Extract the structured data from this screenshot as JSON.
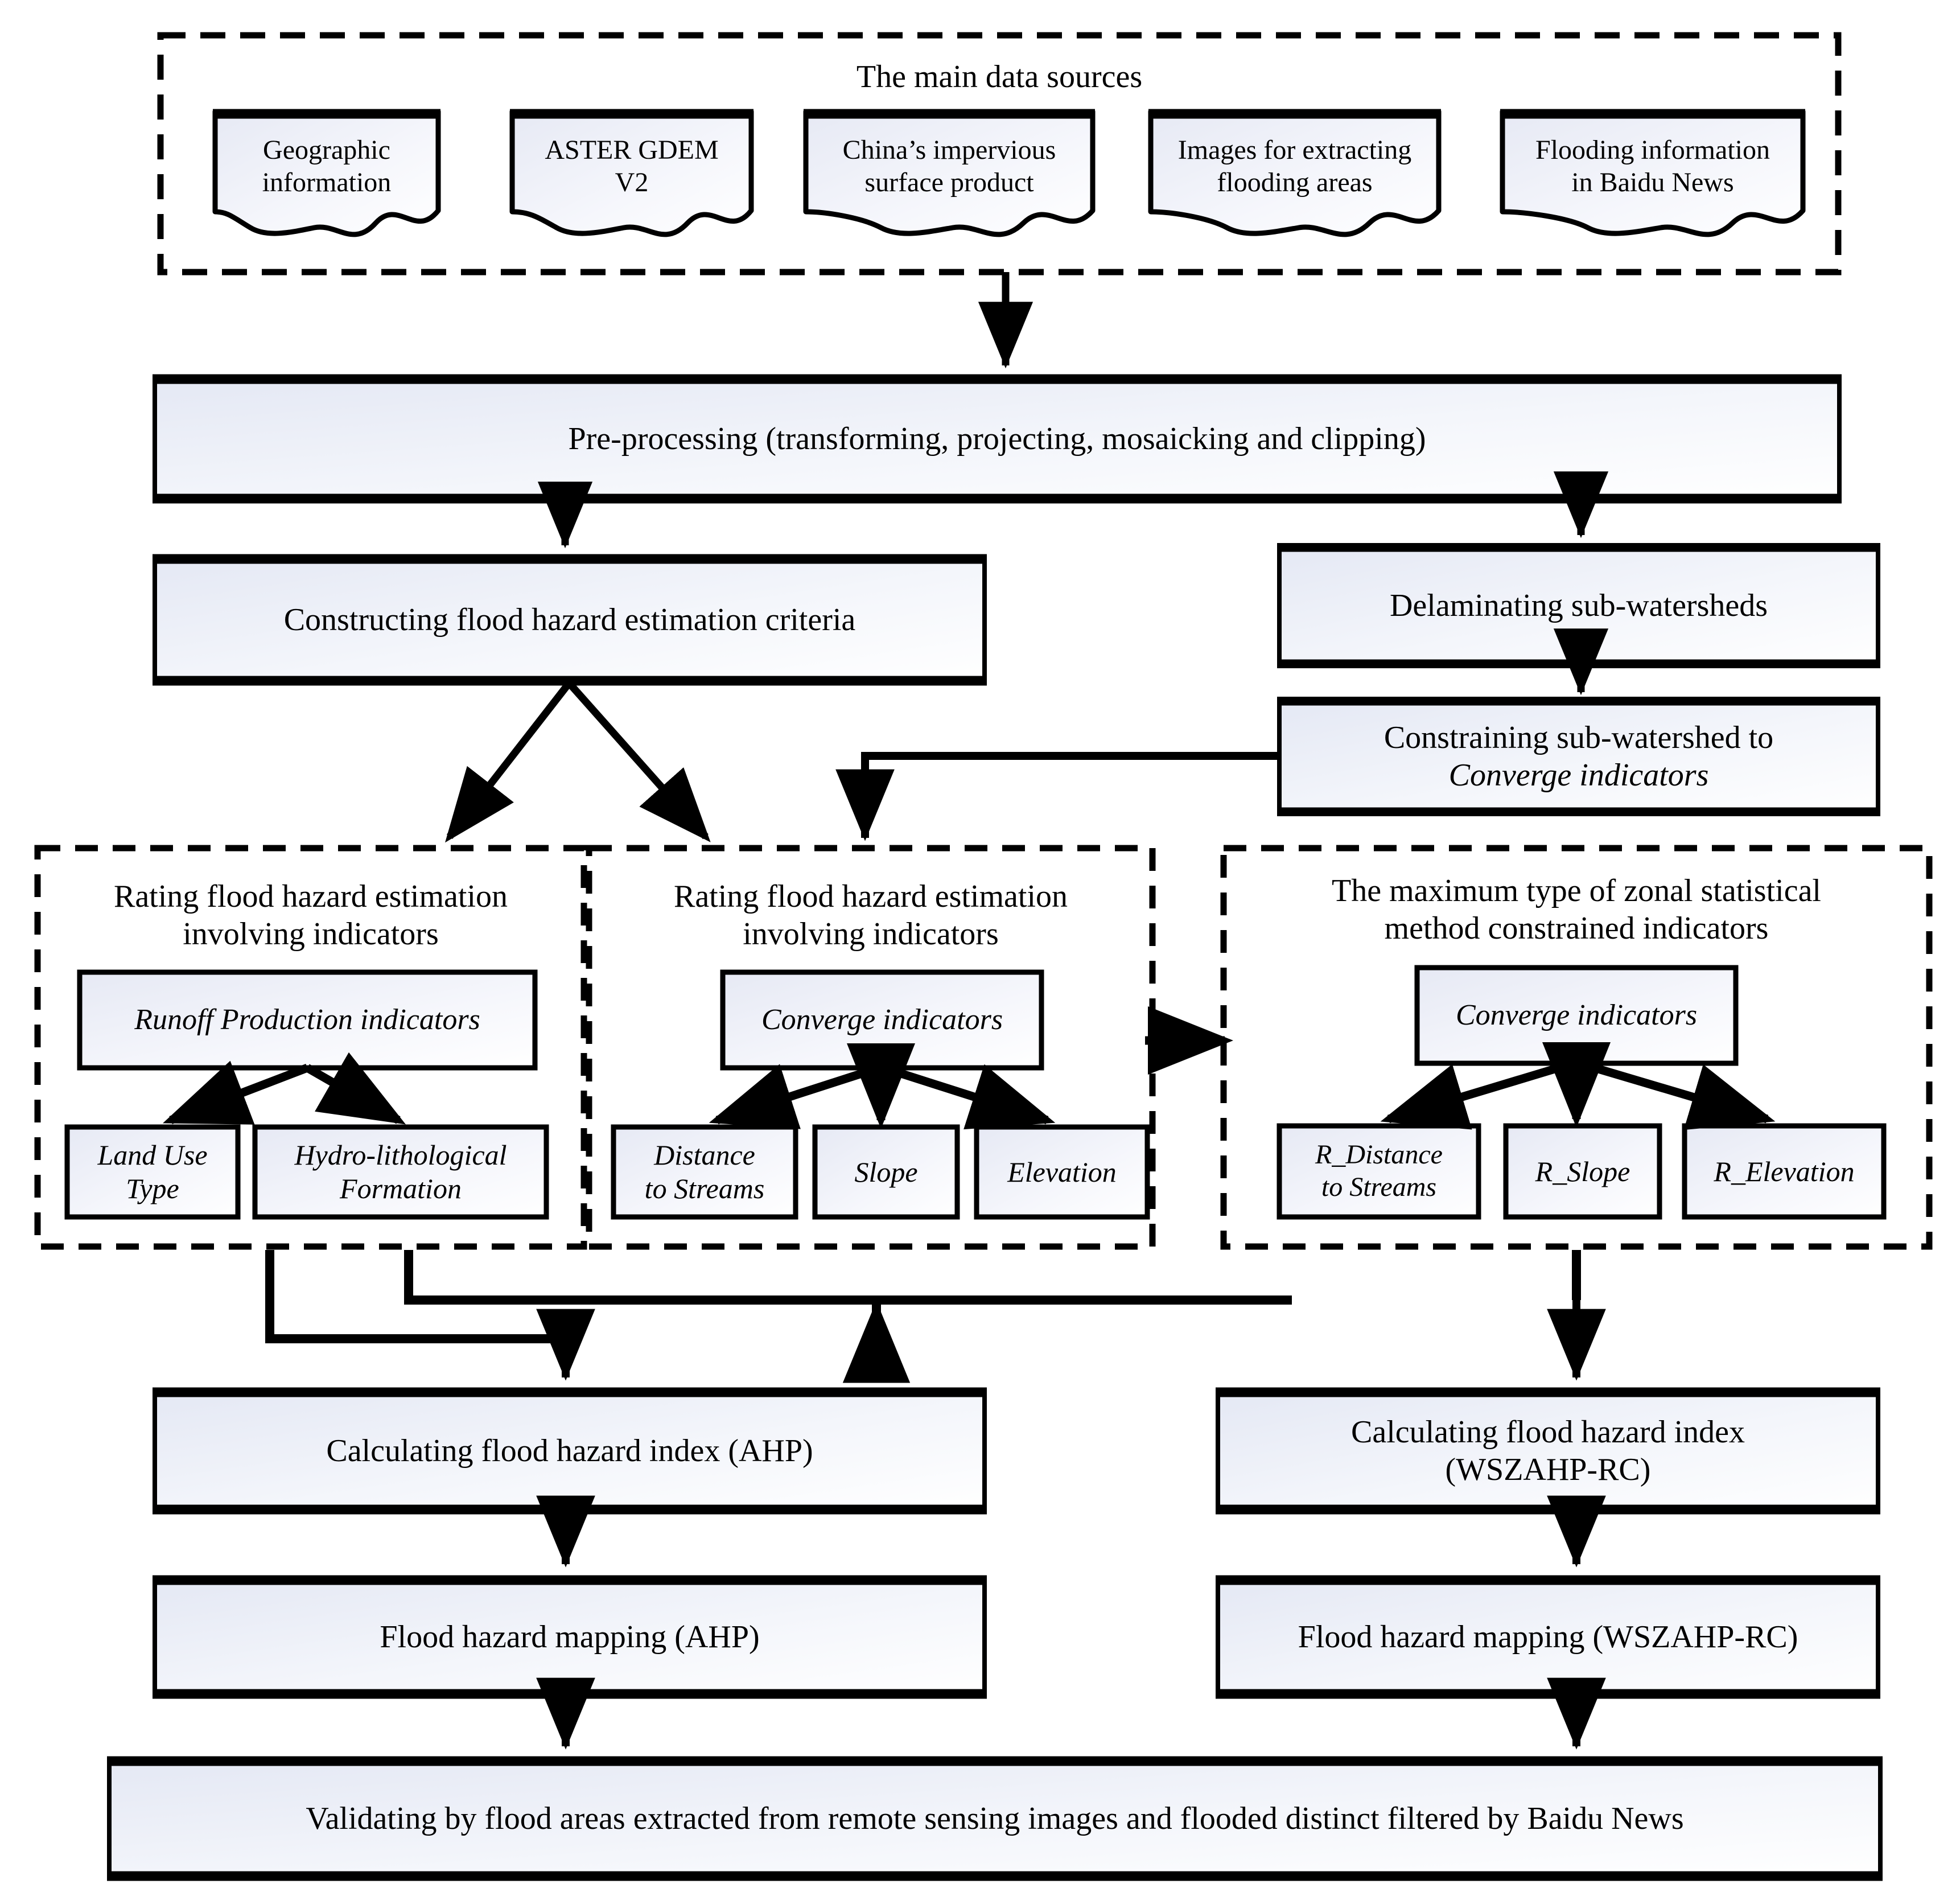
{
  "diagram": {
    "title": "Flood hazard assessment workflow",
    "colors": {
      "box_fill_start": "#e6eaf5",
      "box_fill_end": "#ffffff",
      "stroke": "#000000",
      "background": "#ffffff"
    }
  },
  "data_sources_group": {
    "title": "The main data sources",
    "items": [
      {
        "label": "Geographic\ninformation",
        "line1": "Geographic",
        "line2": "information"
      },
      {
        "label": "ASTER GDEM\nV2",
        "line1": "ASTER GDEM",
        "line2": "V2"
      },
      {
        "label": "China’s impervious\nsurface product",
        "line1": "China’s impervious",
        "line2": "surface product"
      },
      {
        "label": "Images for extracting\nflooding areas",
        "line1": "Images for extracting",
        "line2": "flooding areas"
      },
      {
        "label": "Flooding information\nin Baidu News",
        "line1": "Flooding information",
        "line2": "in Baidu News"
      }
    ]
  },
  "process": {
    "preprocessing": "Pre-processing (transforming, projecting, mosaicking and clipping)",
    "constructing_criteria": "Constructing flood hazard estimation criteria",
    "delaminating": "Delaminating sub-watersheds",
    "constraining_line1": "Constraining sub-watershed to",
    "constraining_line2": "Converge indicators"
  },
  "group_left": {
    "title_line1": "Rating flood hazard estimation",
    "title_line2": "involving indicators",
    "parent": "Runoff  Production indicators",
    "children": [
      {
        "line1": "Land Use",
        "line2": "Type"
      },
      {
        "line1": "Hydro-lithological",
        "line2": "Formation"
      }
    ]
  },
  "group_middle": {
    "title_line1": "Rating flood hazard estimation",
    "title_line2": "involving indicators",
    "parent": "Converge indicators",
    "children": [
      {
        "line1": "Distance",
        "line2": "to Streams"
      },
      {
        "line1": "Slope",
        "line2": ""
      },
      {
        "line1": "Elevation",
        "line2": ""
      }
    ]
  },
  "group_right": {
    "title_line1": "The maximum type of zonal statistical",
    "title_line2": "method constrained indicators",
    "parent": "Converge indicators",
    "children": [
      {
        "line1": "R_Distance",
        "line2": "to Streams"
      },
      {
        "line1": "R_Slope",
        "line2": ""
      },
      {
        "line1": "R_Elevation",
        "line2": ""
      }
    ]
  },
  "outputs": {
    "calc_ahp": "Calculating flood hazard index (AHP)",
    "calc_wszahp_line1": "Calculating flood hazard index",
    "calc_wszahp_line2": "(WSZAHP-RC)",
    "map_ahp": "Flood hazard mapping (AHP)",
    "map_wszahp": "Flood hazard mapping (WSZAHP-RC)",
    "validating": "Validating by flood areas extracted from remote sensing images and flooded distinct filtered by Baidu News"
  }
}
